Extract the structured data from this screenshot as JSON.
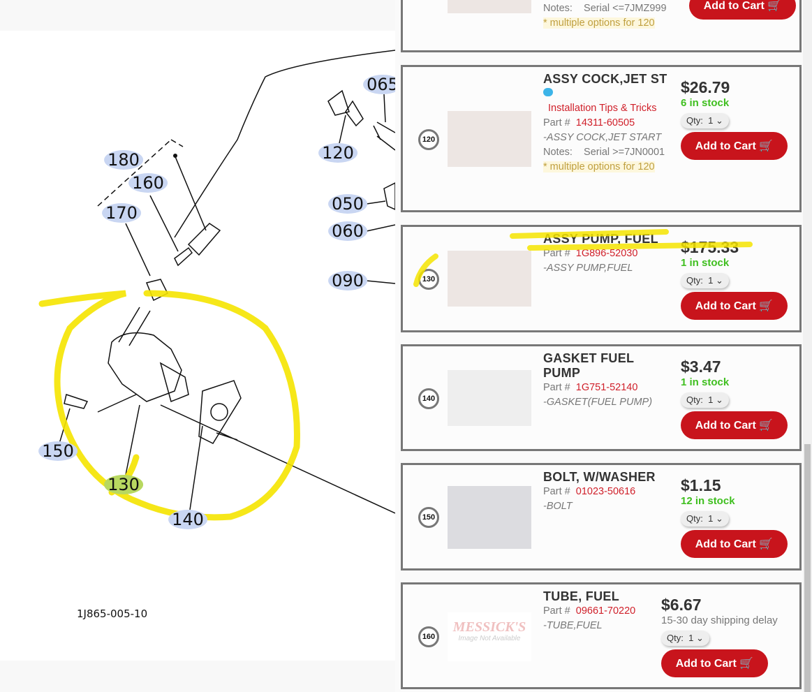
{
  "diagram": {
    "caption": "1J865-005-10",
    "labels": [
      "065",
      "120",
      "180",
      "160",
      "170",
      "050",
      "060",
      "090",
      "150",
      "130",
      "140"
    ]
  },
  "items": [
    {
      "notes_label": "Notes:",
      "notes": "Serial <=7JMZ999",
      "multi": "* multiple options for 120",
      "cart": "Add to Cart"
    },
    {
      "ref": "120",
      "title": "ASSY COCK,JET ST",
      "tips": "Installation Tips & Tricks",
      "part_label": "Part #",
      "part": "14311-60505",
      "desc": "-ASSY COCK,JET START",
      "notes_label": "Notes:",
      "notes": "Serial >=7JN0001",
      "multi": "* multiple options for 120",
      "price": "$26.79",
      "stock": "6 in stock",
      "qty_label": "Qty:",
      "qty": "1",
      "cart": "Add to Cart"
    },
    {
      "ref": "130",
      "title": "ASSY PUMP, FUEL",
      "part_label": "Part #",
      "part": "1G896-52030",
      "desc": "-ASSY PUMP,FUEL",
      "price": "$175.33",
      "stock": "1 in stock",
      "qty_label": "Qty:",
      "qty": "1",
      "cart": "Add to Cart"
    },
    {
      "ref": "140",
      "title": "GASKET FUEL PUMP",
      "part_label": "Part #",
      "part": "1G751-52140",
      "desc": "-GASKET(FUEL PUMP)",
      "price": "$3.47",
      "stock": "1 in stock",
      "qty_label": "Qty:",
      "qty": "1",
      "cart": "Add to Cart"
    },
    {
      "ref": "150",
      "title": "BOLT, W/WASHER",
      "part_label": "Part #",
      "part": "01023-50616",
      "desc": "-BOLT",
      "price": "$1.15",
      "stock": "12 in stock",
      "qty_label": "Qty:",
      "qty": "1",
      "cart": "Add to Cart"
    },
    {
      "ref": "160",
      "title": "TUBE, FUEL",
      "part_label": "Part #",
      "part": "09661-70220",
      "desc": "-TUBE,FUEL",
      "price": "$6.67",
      "delay": "15-30 day shipping delay",
      "qty_label": "Qty:",
      "qty": "1",
      "cart": "Add to Cart",
      "image_text": "MESSICK'S Image Not Available"
    }
  ],
  "colors": {
    "accent": "#c8141c",
    "stock": "#3fbf1f",
    "highlight": "#f5e400"
  }
}
